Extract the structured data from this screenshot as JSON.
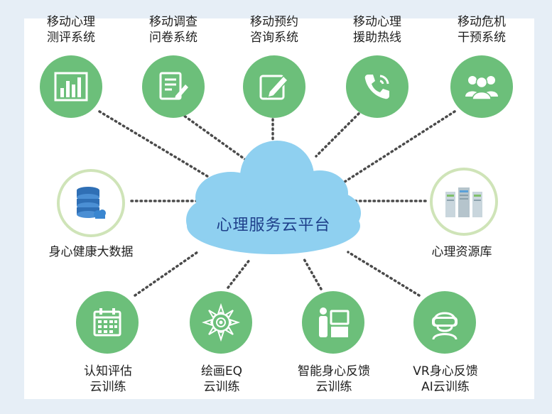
{
  "center": {
    "label": "心理服务云平台"
  },
  "top_nodes": [
    {
      "line1": "移动心理",
      "line2": "测评系统",
      "icon": "bar-chart-icon"
    },
    {
      "line1": "移动调查",
      "line2": "问卷系统",
      "icon": "document-edit-icon"
    },
    {
      "line1": "移动预约",
      "line2": "咨询系统",
      "icon": "edit-box-icon"
    },
    {
      "line1": "移动心理",
      "line2": "援助热线",
      "icon": "phone-icon"
    },
    {
      "line1": "移动危机",
      "line2": "干预系统",
      "icon": "people-icon"
    }
  ],
  "side_nodes": [
    {
      "label": "身心健康大数据",
      "icon": "database-cloud-icon"
    },
    {
      "label": "心理资源库",
      "icon": "server-rack-icon"
    }
  ],
  "bottom_nodes": [
    {
      "line1": "认知评估",
      "line2": "云训练",
      "icon": "calendar-icon"
    },
    {
      "line1": "绘画EQ",
      "line2": "云训练",
      "icon": "mandala-icon"
    },
    {
      "line1": "智能身心反馈",
      "line2": "云训练",
      "icon": "person-device-icon"
    },
    {
      "line1": "VR身心反馈",
      "line2": "AI云训练",
      "icon": "vr-headset-icon"
    }
  ],
  "colors": {
    "green": "#6cbf7a",
    "cloud": "#8fd0f0",
    "dots": "#444444",
    "text": "#1f1f1f",
    "center_text": "#1e3f8a"
  }
}
